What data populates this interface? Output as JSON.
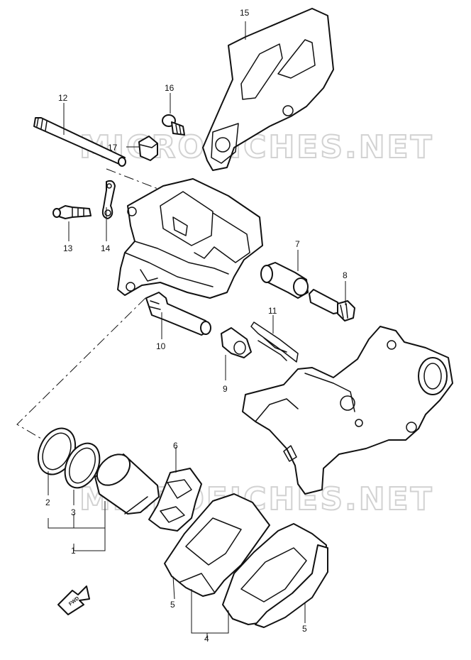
{
  "watermark": "MICROFICHES.NET",
  "fwd_label": "FWD",
  "callouts": {
    "c1": "1",
    "c2": "2",
    "c3": "3",
    "c4": "4",
    "c5a": "5",
    "c5b": "5",
    "c6": "6",
    "c7": "7",
    "c8": "8",
    "c9": "9",
    "c10": "10",
    "c11": "11",
    "c12": "12",
    "c13": "13",
    "c14": "14",
    "c15": "15",
    "c16": "16",
    "c17": "17"
  }
}
